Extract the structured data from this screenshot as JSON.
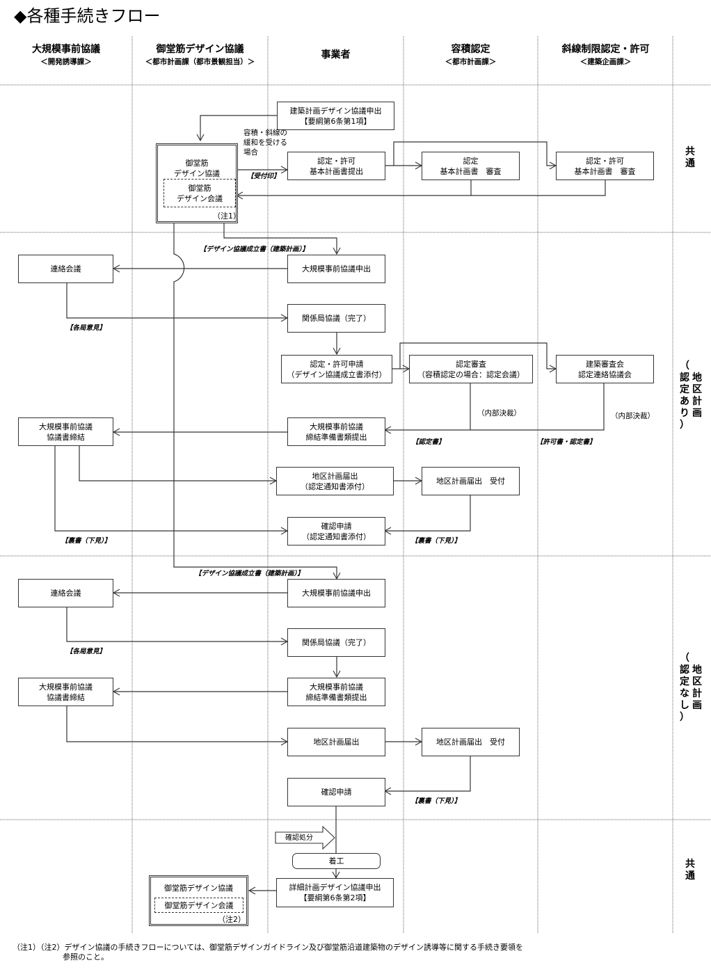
{
  "title": "◆各種手続きフロー",
  "lanes": [
    {
      "name": "大規模事前協議",
      "dept": "＜開発誘導課＞"
    },
    {
      "name": "御堂筋デザイン協議",
      "dept": "＜都市計画課（都市景観担当）＞"
    },
    {
      "name": "事業者",
      "dept": ""
    },
    {
      "name": "容積認定",
      "dept": "＜都市計画課＞"
    },
    {
      "name": "斜線制限認定・許可",
      "dept": "＜建築企画課＞"
    }
  ],
  "phases": [
    {
      "label_chars": [
        "共",
        "通"
      ]
    },
    {
      "label_cols": [
        [
          "（",
          "認",
          "定",
          "あ",
          "り",
          "）"
        ],
        [
          "地",
          "区",
          "計",
          "画"
        ]
      ]
    },
    {
      "label_cols": [
        [
          "（",
          "認",
          "定",
          "な",
          "し",
          "）"
        ],
        [
          "地",
          "区",
          "計",
          "画"
        ]
      ]
    },
    {
      "label_chars": [
        "共",
        "通"
      ]
    }
  ],
  "section1": {
    "apply_design": [
      "建築計画デザイン協議申出",
      "【要綱第6条第1項】"
    ],
    "design_council_outer": [
      "御堂筋",
      "デザイン協議"
    ],
    "design_council_inner": [
      "御堂筋",
      "デザイン会議"
    ],
    "note1": "（注1）",
    "relaxation_note": [
      "容積・斜線の",
      "緩和を受ける",
      "場合"
    ],
    "stamp_label": "【受付印】",
    "submit_basic_plan": [
      "認定・許可",
      "基本計画書提出"
    ],
    "review_far": [
      "認定",
      "基本計画書　審査"
    ],
    "review_slant": [
      "認定・許可",
      "基本計画書　審査"
    ]
  },
  "section2": {
    "design_cert_label": "【デザイン協議成立書（建築計画）】",
    "liaison": "連絡会議",
    "prior_consult_apply": "大規模事前協議申出",
    "bureau_opinion_label": "【各局意見】",
    "bureau_consult": "関係局協議（完了）",
    "permit_apply": [
      "認定・許可申請",
      "（デザイン協議成立書添付）"
    ],
    "cert_review": [
      "認定審査",
      "（容積認定の場合：認定会議）"
    ],
    "building_council": [
      "建築審査会",
      "認定連絡協議会"
    ],
    "internal_decision_1": "（内部決裁）",
    "internal_decision_2": "（内部決裁）",
    "agreement_sign": [
      "大規模事前協議",
      "協議書締結"
    ],
    "agreement_prep": [
      "大規模事前協議",
      "締結準備書類提出"
    ],
    "cert_doc_label": "【認定書】",
    "permit_cert_label": "【許可書・認定書】",
    "district_notice": [
      "地区計画届出",
      "（認定通知書添付）"
    ],
    "district_receipt": "地区計画届出　受付",
    "confirm_apply": [
      "確認申請",
      "（認定通知書添付）"
    ],
    "endorse_label_left": "【裏書（下見）】",
    "endorse_label_right": "【裏書（下見）】"
  },
  "section3": {
    "design_cert_label": "【デザイン協議成立書（建築計画）】",
    "liaison": "連絡会議",
    "prior_consult_apply": "大規模事前協議申出",
    "bureau_opinion_label": "【各局意見】",
    "bureau_consult": "関係局協議（完了）",
    "agreement_sign": [
      "大規模事前協議",
      "協議書締結"
    ],
    "agreement_prep": [
      "大規模事前協議",
      "締結準備書類提出"
    ],
    "district_notice": "地区計画届出",
    "district_receipt": "地区計画届出　受付",
    "confirm_apply": "確認申請",
    "endorse_label": "【裏書（下見）】"
  },
  "section4": {
    "confirm_disposition": "確認処分",
    "construction_start": "着工",
    "detail_design_apply": [
      "詳細計画デザイン協議申出",
      "【要綱第6条第2項】"
    ],
    "design_council_outer": "御堂筋デザイン協議",
    "design_council_inner": "御堂筋デザイン会議",
    "note2": "（注2）"
  },
  "footnote": {
    "line1": "（注1）（注2）デザイン協議の手続きフローについては、御堂筋デザインガイドライン及び御堂筋沿道建築物のデザイン誘導等に関する手続き要領を",
    "line2": "参照のこと。"
  }
}
